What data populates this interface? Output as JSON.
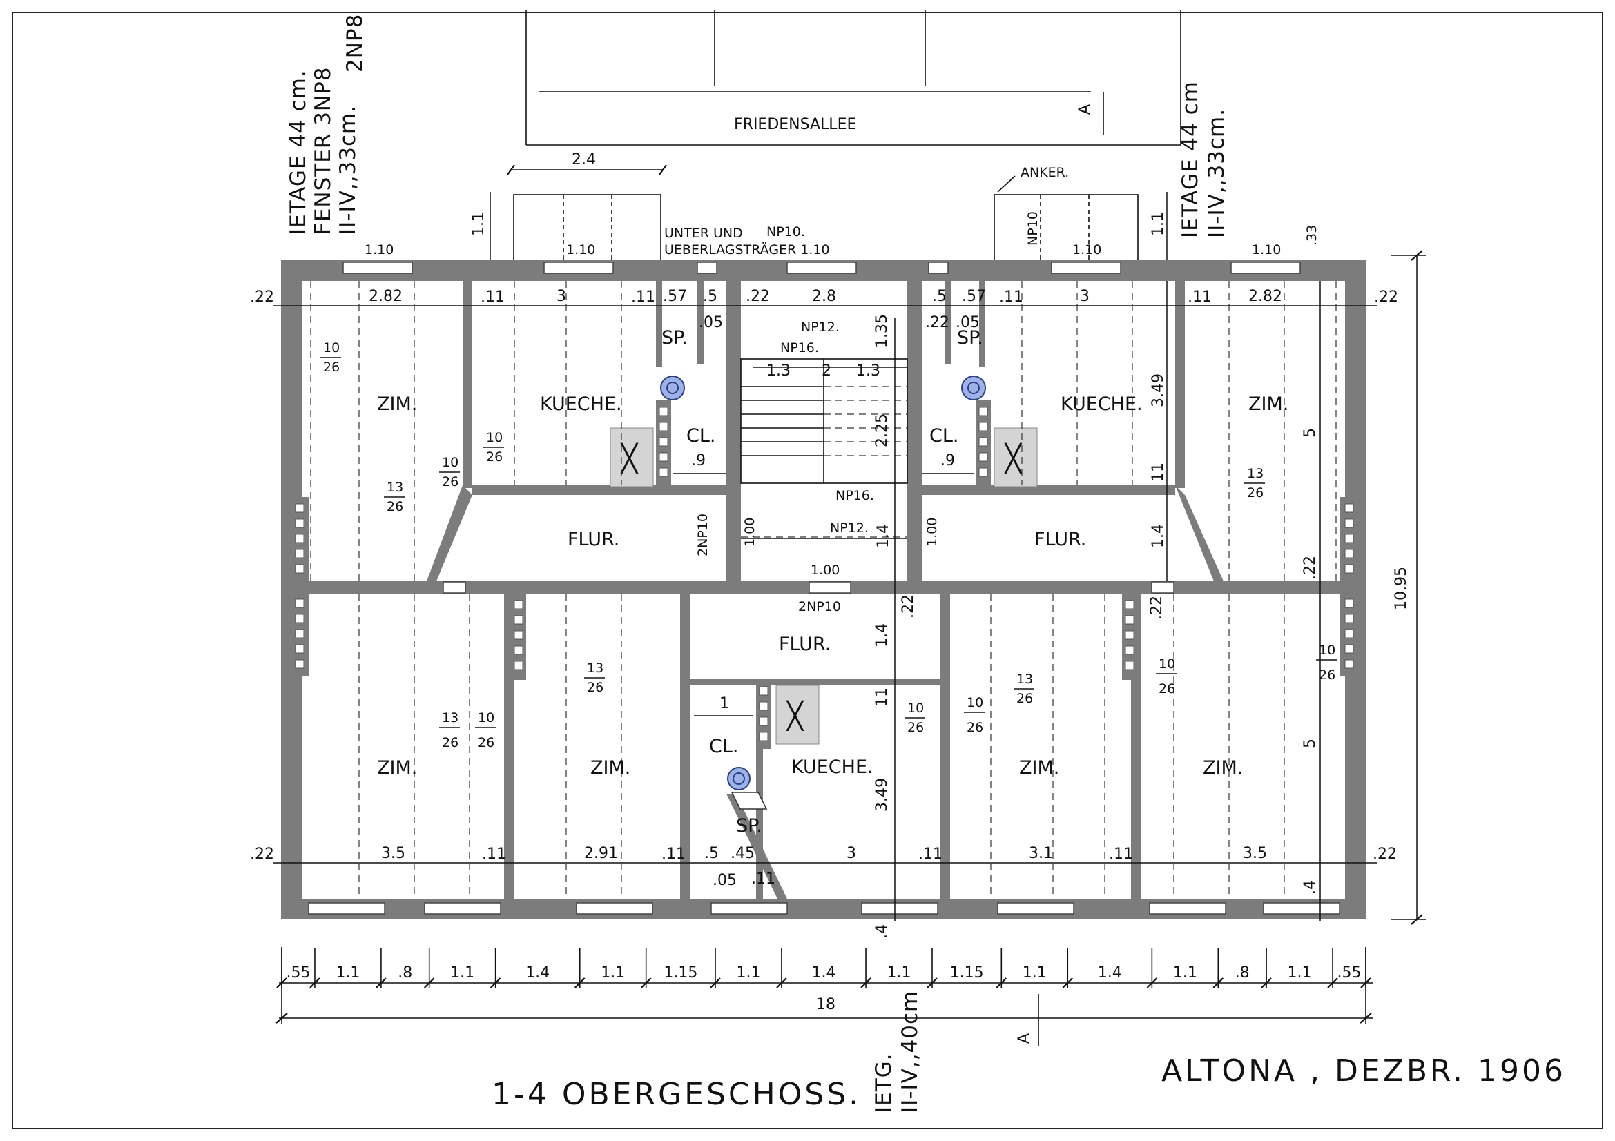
{
  "sheet": {
    "title": "1-4 OBERGESCHOSS.",
    "place_date": "ALTONA , DEZBR. 1906",
    "street": "FRIEDENSALLEE",
    "section_marker": "A"
  },
  "side_notes": {
    "left": [
      "IETAGE 44 cm.",
      "FENSTER 3NP8",
      "II-IV,,33cm."
    ],
    "left_extra": "2NP8",
    "right": [
      "IETAGE 44 cm",
      "II-IV,,33cm."
    ],
    "bottom": [
      "IETG.",
      "II-IV,,40cm"
    ]
  },
  "annotations": {
    "unter_und": "UNTER UND",
    "ueberlag": "UEBERLAGSTRÄGER 1.10",
    "np10_top": "NP10.",
    "anker": "ANKER.",
    "np10_vert": "NP10",
    "np12_a": "NP12.",
    "np16_a": "NP16.",
    "np16_b": "NP16.",
    "np12_b": "NP12.",
    "np10_2_left": "2NP10",
    "np10_2_mid": "2NP10"
  },
  "rooms": {
    "zim": "ZIM.",
    "kueche": "KUECHE.",
    "flur": "FLUR.",
    "cl": "CL.",
    "sp": "SP."
  },
  "dims": {
    "balcony_w": "2.4",
    "balcony_d": "1.1",
    "win_110": "1.10",
    "d22": ".22",
    "d11": ".11",
    "d57": ".57",
    "d5": ".5",
    "d05": ".05",
    "d9": ".9",
    "d4": ".4",
    "d33": ".33",
    "v282": "2.82",
    "v3": "3",
    "v28": "2.8",
    "v135": "1.35",
    "v13": "1.3",
    "v2": "2",
    "v225": "2.25",
    "v349": "3.49",
    "v5": "5",
    "v11": "11",
    "v14": "1.4",
    "v100": "1.00",
    "v1": "1",
    "v35": "3.5",
    "v291": "2.91",
    "v31": "3.1",
    "v45": ".45",
    "v1095": "10.95",
    "total": "18",
    "bottom_chain": [
      ".55",
      "1.1",
      ".8",
      "1.1",
      "1.4",
      "1.1",
      "1.15",
      "1.1",
      "1.4",
      "1.1",
      "1.15",
      "1.1",
      "1.4",
      "1.1",
      ".8",
      "1.1",
      ".55"
    ]
  },
  "beams": {
    "f10_26": [
      "10",
      "26"
    ],
    "f13_26": [
      "13",
      "26"
    ]
  }
}
